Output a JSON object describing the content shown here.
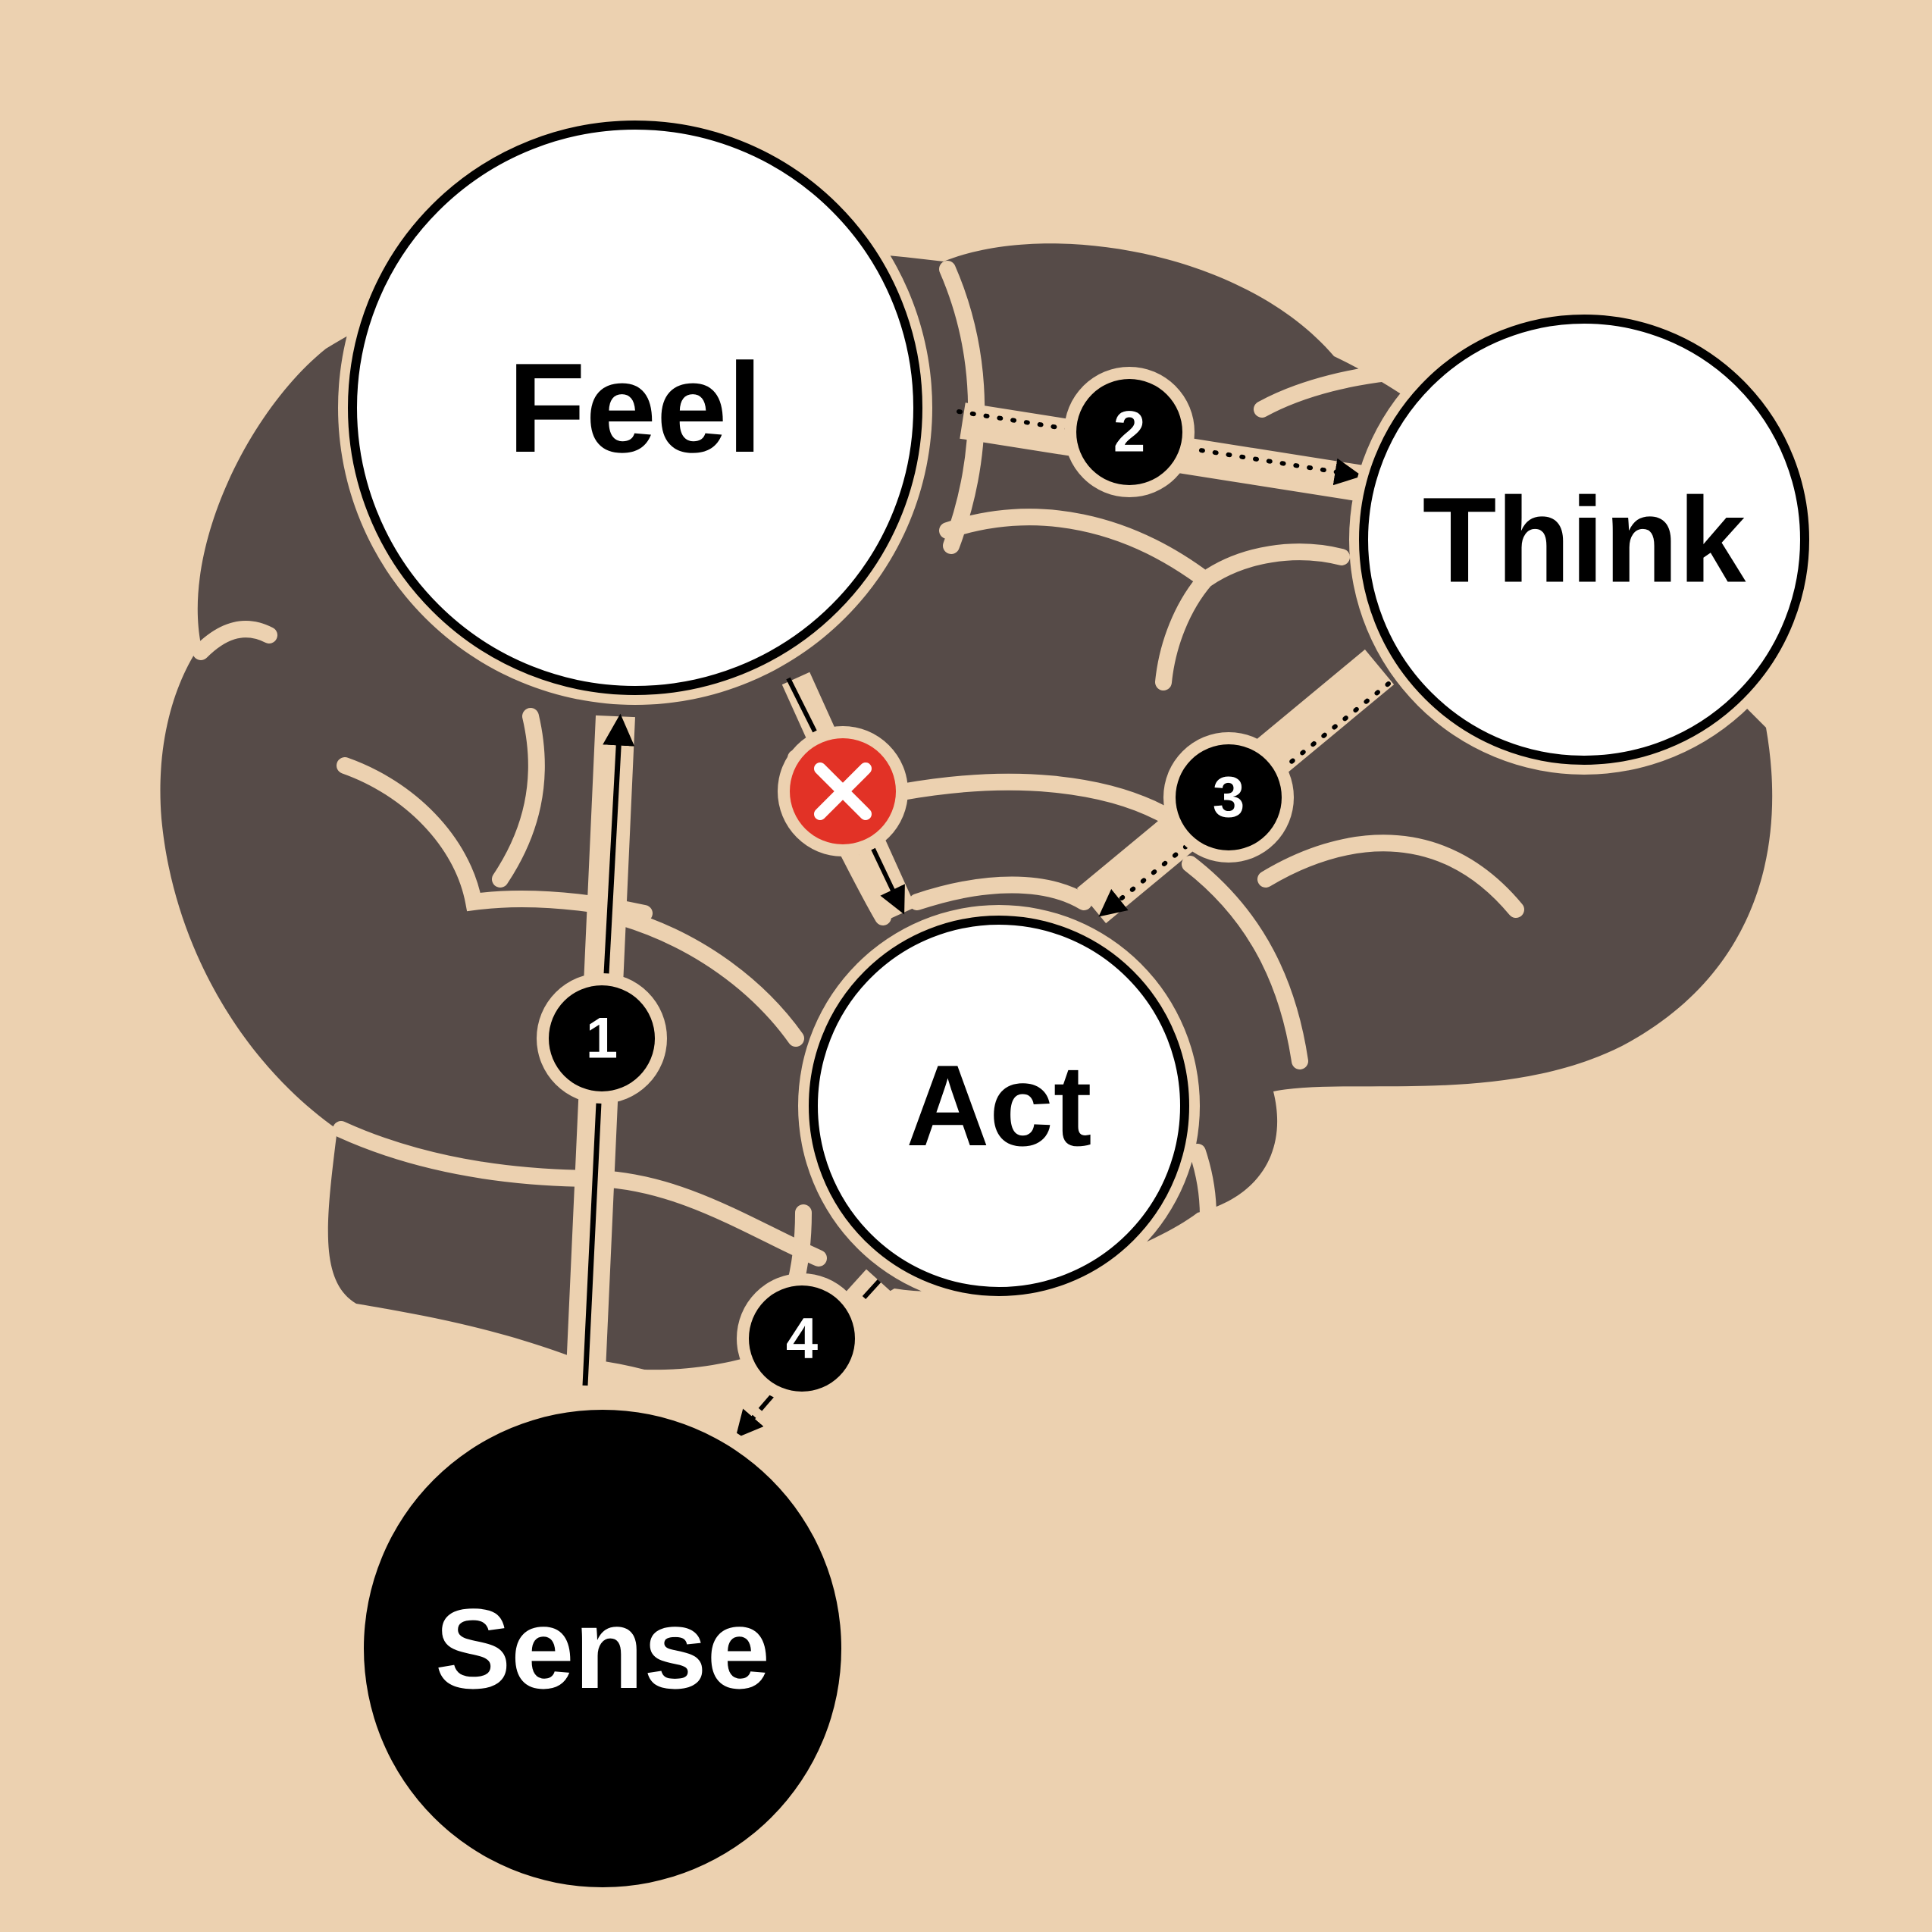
{
  "colors": {
    "background": "#ecd1b0",
    "brain": "#564b48",
    "node_fill": "#ffffff",
    "node_stroke": "#000000",
    "sense_fill": "#000000",
    "badge_fill": "#000000",
    "blocked_fill": "#e23226"
  },
  "nodes": {
    "feel": "Feel",
    "think": "Think",
    "act": "Act",
    "sense": "Sense"
  },
  "steps": {
    "step1": "1",
    "step2": "2",
    "step3": "3",
    "step4": "4"
  },
  "blocked_icon": "close-icon",
  "edges": [
    {
      "from": "Sense",
      "to": "Feel",
      "step": "1",
      "style": "solid"
    },
    {
      "from": "Feel",
      "to": "Think",
      "step": "2",
      "style": "dotted"
    },
    {
      "from": "Think",
      "to": "Act",
      "step": "3",
      "style": "dotted"
    },
    {
      "from": "Act",
      "to": "Sense",
      "step": "4",
      "style": "dashed"
    },
    {
      "from": "Feel",
      "to": "Act",
      "step": "",
      "style": "blocked"
    }
  ]
}
